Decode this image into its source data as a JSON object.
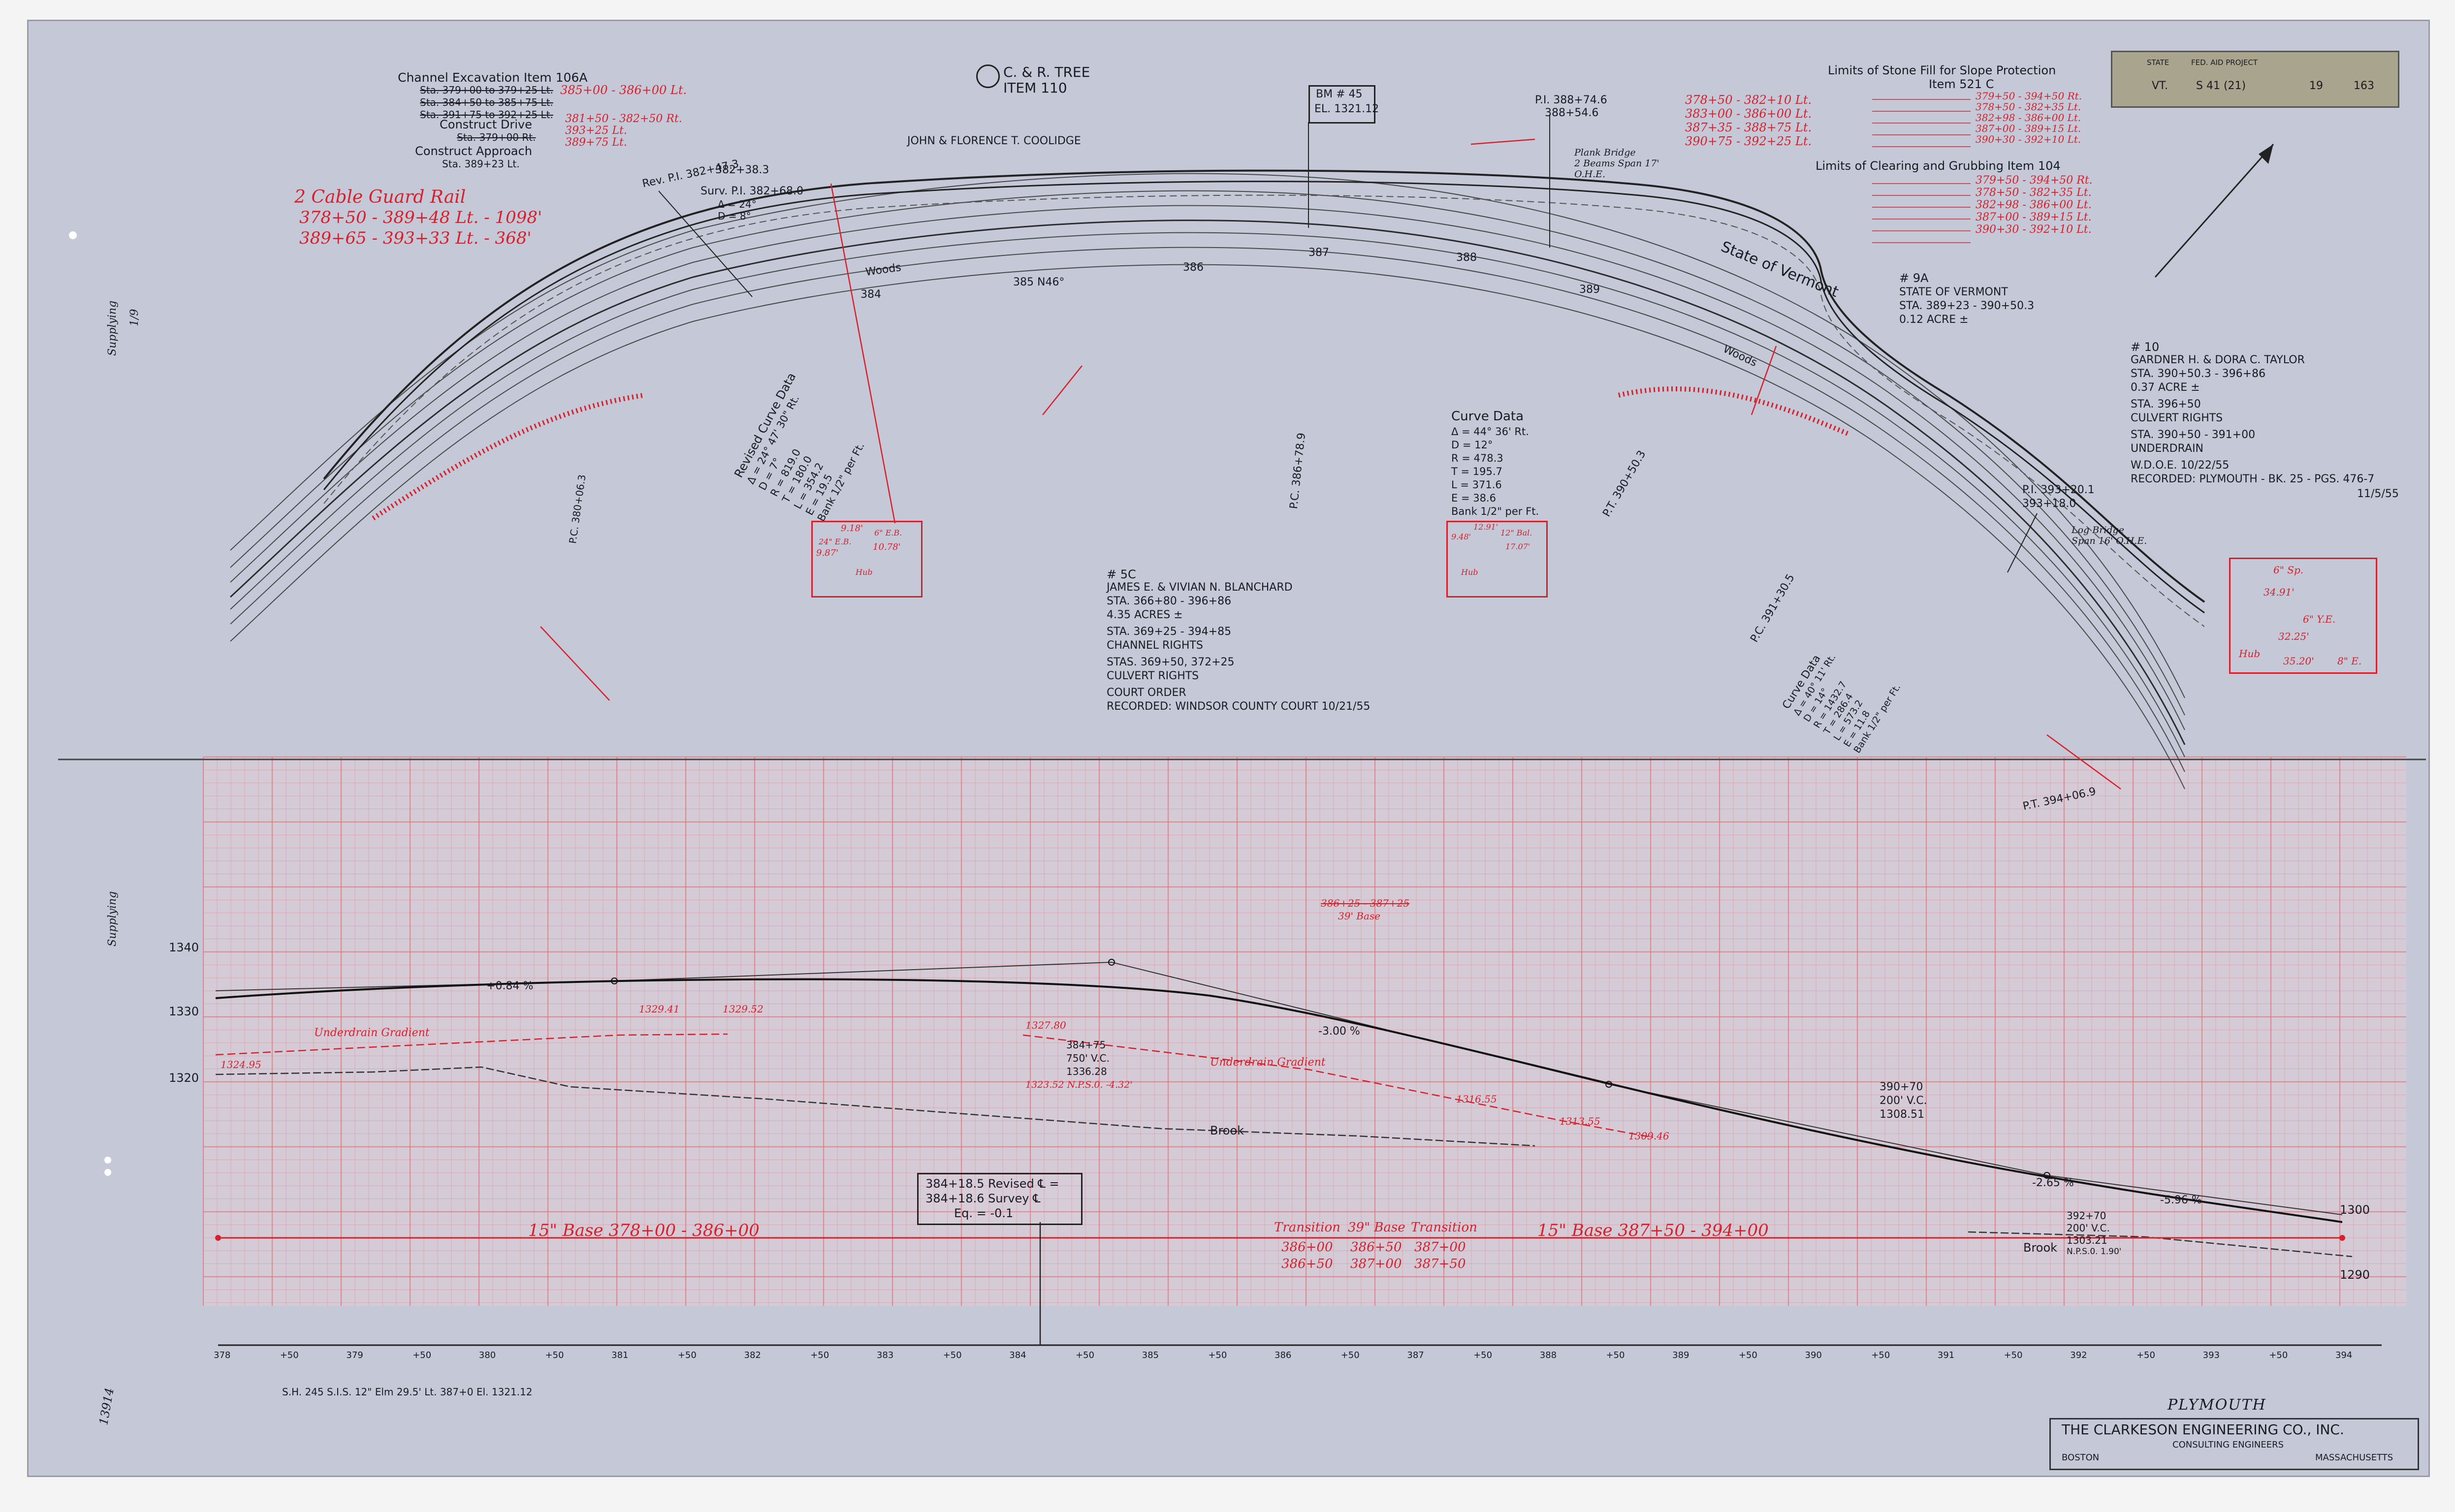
{
  "plan": {
    "channel_excavation": {
      "title": "Channel Excavation Item 106A",
      "struck": [
        "Sta. 379+00 to 379+25 Lt.",
        "Sta. 384+50 to 385+75 Lt.",
        "Sta. 391+75 to 392+25 Lt."
      ],
      "revised": [
        "385+00 - 386+00 Lt.",
        "381+50 - 382+50 Rt.",
        "393+25 Lt.",
        "389+75 Lt."
      ],
      "drive_title": "Construct Drive",
      "drive_struck": "Sta. 379+00 Rt.",
      "approach_title": "Construct Approach",
      "approach_sta": "Sta. 389+23 Lt."
    },
    "tree": {
      "line1": "C. & R. TREE",
      "line2": "ITEM 110"
    },
    "owner_coolidge": "JOHN & FLORENCE T. COOLIDGE",
    "bm": {
      "line1": "BM # 45",
      "line2": "EL. 1321.12"
    },
    "pi_top": {
      "line1": "P.I. 388+74.6",
      "line2": "388+54.6"
    },
    "red_top_stations": [
      "378+50 - 382+10 Lt.",
      "383+00 - 386+00 Lt.",
      "387+35 - 388+75 Lt.",
      "390+75 - 392+25 Lt."
    ],
    "stone_fill": {
      "title": "Limits of Stone Fill for Slope Protection",
      "item": "Item 521 C",
      "red": [
        "379+50 - 394+50 Rt.",
        "378+50 - 382+35 Lt.",
        "382+98 - 386+00 Lt.",
        "387+00 - 389+15 Lt.",
        "390+30 - 392+10 Lt."
      ]
    },
    "clearing": {
      "title": "Limits of Clearing and Grubbing Item 104"
    },
    "title_block": {
      "state": "STATE",
      "project": "FED. AID PROJECT",
      "state_val": "VT.",
      "project_val": "S 41 (21)",
      "sheet": "19",
      "total": "163"
    },
    "guard_rail": {
      "title": "2 Cable Guard Rail",
      "line1": "378+50 - 389+48 Lt. - 1098'",
      "line2": "389+65 - 393+33 Lt. - 368'"
    },
    "revised_pi": {
      "line1": "Rev. P.I. 382+47.3",
      "line2": "382+38.3"
    },
    "survey_pi": {
      "line1": "Surv. P.I. 382+68.0",
      "line2": "Δ = 24°",
      "line3": "D = 8°"
    },
    "revised_curve": {
      "title": "Revised Curve Data",
      "rows": [
        "Δ = 24° 47' 30\" Rt.",
        "D = 7°",
        "R = 819.0",
        "T = 180.0",
        "L = 354.2",
        "E = 19.5",
        "Bank 1/2\" per Ft."
      ]
    },
    "curve_data": {
      "title": "Curve Data",
      "rows": [
        "Δ = 44° 36' Rt.",
        "D = 12°",
        "R = 478.3",
        "T = 195.7",
        "L = 371.6",
        "E = 38.6",
        "Bank 1/2\" per Ft."
      ]
    },
    "curve_data_right": {
      "title": "Curve Data",
      "rows": [
        "Δ = 40° 11' Rt.",
        "D = 14°",
        "R = 1432.7",
        "T = 286.4",
        "L = 573.2",
        "E = 11.8",
        "Bank 1/2\" per Ft."
      ]
    },
    "state_vermont_road": "State of Vermont",
    "stations_plan": [
      "384",
      "385 N46°",
      "386",
      "387",
      "388",
      "389"
    ],
    "woods": "Woods",
    "parcel_9a": {
      "id": "# 9A",
      "owner": "STATE OF VERMONT",
      "sta": "STA. 389+23 - 390+50.3",
      "area": "0.12 ACRE ±"
    },
    "parcel_10": {
      "id": "# 10",
      "owner": "GARDNER H. & DORA C. TAYLOR",
      "sta": "STA. 390+50.3 - 396+86",
      "area": "0.37 ACRE ±",
      "culvert_sta": "STA. 396+50",
      "culvert": "CULVERT RIGHTS",
      "underdrain_sta": "STA. 390+50 - 391+00",
      "underdrain": "UNDERDRAIN",
      "wdoe": "W.D.O.E. 10/22/55",
      "recorded": "RECORDED: PLYMOUTH - BK. 25 - PGS. 476-7",
      "date": "11/5/55"
    },
    "parcel_5c": {
      "id": "# 5C",
      "owner": "JAMES E. & VIVIAN N. BLANCHARD",
      "sta": "STA. 366+80 - 396+86",
      "area": "4.35 ACRES ±",
      "channel_sta": "STA. 369+25 - 394+85",
      "channel": "CHANNEL RIGHTS",
      "culvert_sta": "STAS. 369+50, 372+25",
      "culvert": "CULVERT RIGHTS",
      "court": "COURT ORDER",
      "recorded": "RECORDED: WINDSOR COUNTY COURT 10/21/55"
    },
    "pc_left": "P.C. 380+06.3",
    "pc_mid": "P.C. 386+78.9",
    "pt_mid": "P.T. 390+50.3",
    "pc_right": "P.C. 391+30.5",
    "pi_right": {
      "line1": "P.I. 393+20.1",
      "line2": "393+18.0"
    },
    "pt_right": "P.T. 394+06.9",
    "plank_bridge": {
      "line1": "Plank Bridge",
      "line2": "2 Beams Span 17'",
      "line3": "O.H.E."
    },
    "log_bridge": {
      "line1": "Log Bridge",
      "line2": "Span 16' O.H.E."
    },
    "ties_mid": [
      "9.18'",
      "9.87'",
      "24\" E.B.",
      "6\" E.B.",
      "10.78'",
      "Hub"
    ],
    "ties_right": [
      "9.48'",
      "12\" Bal.",
      "12.91'",
      "17.07'",
      "Hub"
    ],
    "ties_far": [
      "6\" Sp.",
      "34.91'",
      "6\" Y.E.",
      "32.25'",
      "Hub",
      "35.20'",
      "8\" E."
    ]
  },
  "profile": {
    "elevations_left": [
      "1340",
      "1330",
      "1320"
    ],
    "elevations_right": [
      "1300",
      "1290"
    ],
    "grade_left": "+0.84 %",
    "grade_mid": "-3.00 %",
    "grade_right1": "-2.65 %",
    "grade_right2": "-5.96 %",
    "underdrain_left": "Underdrain Gradient",
    "underdrain_right": "Underdrain Gradient",
    "elev_1": "1324.95",
    "elev_2": "1329.41",
    "elev_3": "1329.52",
    "vc_mid": {
      "sta": "384+75",
      "len": "750' V.C.",
      "elev": "1336.28",
      "ord": "1323.52  N.P.S.0. -4.32'"
    },
    "elev_4": "1327.80",
    "elev_5": "1316.55",
    "elev_6": "1313.55",
    "elev_7": "1309.46",
    "vc_right": {
      "sta": "390+70",
      "len": "200' V.C.",
      "elev": "1308.51"
    },
    "vc_right2": {
      "sta": "392+70",
      "len": "200' V.C.",
      "elev": "1303.21",
      "ord": "N.P.S.0. 1.90'"
    },
    "brook1": "Brook",
    "brook2": "Brook",
    "equation": {
      "line1": "384+18.5 Revised ℄ =",
      "line2": "384+18.6 Survey ℄",
      "line3": "Eq. = -0.1"
    },
    "base_struck": "386+25 - 387+25",
    "base_39": "39' Base",
    "base_left": "15\" Base  378+00 - 386+00",
    "transition1": {
      "title": "Transition",
      "a": "386+00",
      "b": "386+50"
    },
    "base_mid": {
      "title": "39\" Base",
      "a": "386+50",
      "b": "387+00"
    },
    "transition2": {
      "title": "Transition",
      "a": "387+00",
      "b": "387+50"
    },
    "base_right": "15\" Base  387+50 - 394+00",
    "stations": [
      "378",
      "+50",
      "379",
      "+50",
      "380",
      "+50",
      "381",
      "+50",
      "382",
      "+50",
      "383",
      "+50",
      "384",
      "+50",
      "385",
      "+50",
      "386",
      "+50",
      "387",
      "+50",
      "388",
      "+50",
      "389",
      "+50",
      "390",
      "+50",
      "391",
      "+50",
      "392",
      "+50",
      "393",
      "+50",
      "394"
    ],
    "benchmark_note": "S.H. 245  S.I.S.  12\" Elm  29.5' Lt.  387+0  El. 1321.12"
  },
  "margin": {
    "supplying": "Supplying",
    "date": "1/9",
    "number": "13914"
  },
  "footer": {
    "town": "PLYMOUTH",
    "company": "THE CLARKESON ENGINEERING CO., INC.",
    "sub": "CONSULTING   ENGINEERS",
    "city": "BOSTON",
    "state": "MASSACHUSETTS"
  }
}
